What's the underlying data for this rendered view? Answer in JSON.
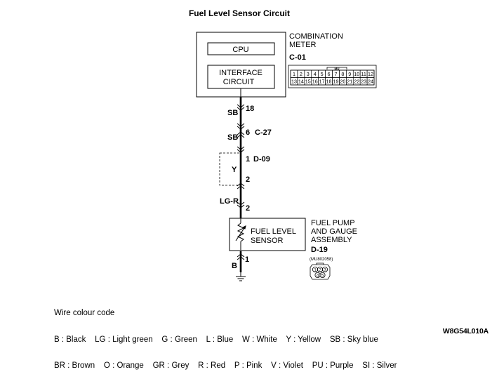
{
  "title": "Fuel Level Sensor Circuit",
  "combination_meter": {
    "label_line1": "COMBINATION",
    "label_line2": "METER",
    "connector_id": "C-01",
    "cpu_label": "CPU",
    "interface_line1": "INTERFACE",
    "interface_line2": "CIRCUIT",
    "connector_top_tag": "MU",
    "connector_pins_row1": [
      "1",
      "2",
      "3",
      "4",
      "5",
      "6",
      "7",
      "8",
      "9",
      "10",
      "11",
      "12"
    ],
    "connector_pins_row2": [
      "13",
      "14",
      "15",
      "16",
      "17",
      "18",
      "19",
      "20",
      "21",
      "22",
      "23",
      "24"
    ]
  },
  "wires": {
    "seg1": {
      "colour": "SB",
      "pin": "18"
    },
    "seg2": {
      "colour": "SB",
      "pin": "6",
      "connector": "C-27"
    },
    "seg3": {
      "colour": "Y",
      "pin_top": "1",
      "connector": "D-09",
      "pin_bottom": "2"
    },
    "seg4": {
      "colour": "LG-R",
      "pin": "2"
    },
    "seg5": {
      "colour": "B",
      "pin": "1"
    }
  },
  "fuel_pump": {
    "label_line1": "FUEL PUMP",
    "label_line2": "AND GAUGE",
    "label_line3": "ASSEMBLY",
    "connector_id": "D-19",
    "part_no": "(MU802058)",
    "sensor_line1": "FUEL LEVEL",
    "sensor_line2": "SENSOR",
    "connector_pins_top": [
      "1",
      "2",
      "3"
    ],
    "connector_pins_bottom": [
      "4",
      "5"
    ]
  },
  "legend": {
    "heading": "Wire colour code",
    "line1": "B : Black    LG : Light green    G : Green    L : Blue    W : White    Y : Yellow    SB : Sky blue",
    "line2": "BR : Brown    O : Orange    GR : Grey    R : Red    P : Pink    V : Violet    PU : Purple    SI : Silver"
  },
  "doc_id": "W8G54L010A"
}
